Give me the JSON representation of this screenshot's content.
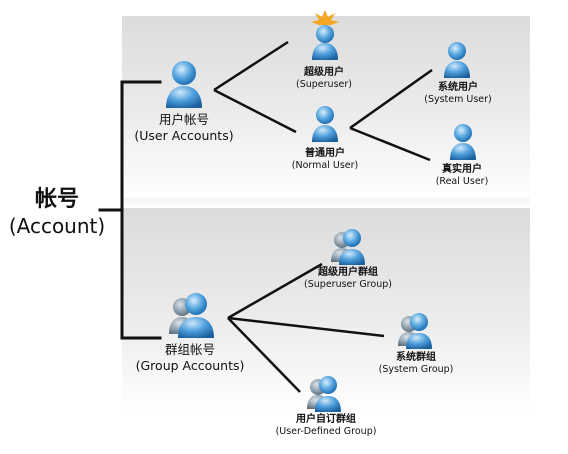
{
  "root": {
    "zh": "帐号",
    "en": "(Account)"
  },
  "user_accounts": {
    "label": {
      "zh": "用户帐号",
      "en": "(User Accounts)"
    },
    "children": [
      {
        "zh": "超级用户",
        "en": "(Superuser)"
      },
      {
        "zh": "普通用户",
        "en": "(Normal User)"
      }
    ],
    "normal_children": [
      {
        "zh": "系统用户",
        "en": "(System User)"
      },
      {
        "zh": "真实用户",
        "en": "(Real User)"
      }
    ]
  },
  "group_accounts": {
    "label": {
      "zh": "群组帐号",
      "en": "(Group Accounts)"
    },
    "children": [
      {
        "zh": "超级用户群组",
        "en": "(Superuser Group)"
      },
      {
        "zh": "系统群组",
        "en": "(System Group)"
      },
      {
        "zh": "用户自订群组",
        "en": "(User-Defined Group)"
      }
    ]
  },
  "colors": {
    "icon_light": "#b9dcf5",
    "icon_mid": "#5aa8e0",
    "icon_dark": "#1f6fb5",
    "group_back": "#8a9cab",
    "star": "#f5a623",
    "line": "#111111"
  }
}
